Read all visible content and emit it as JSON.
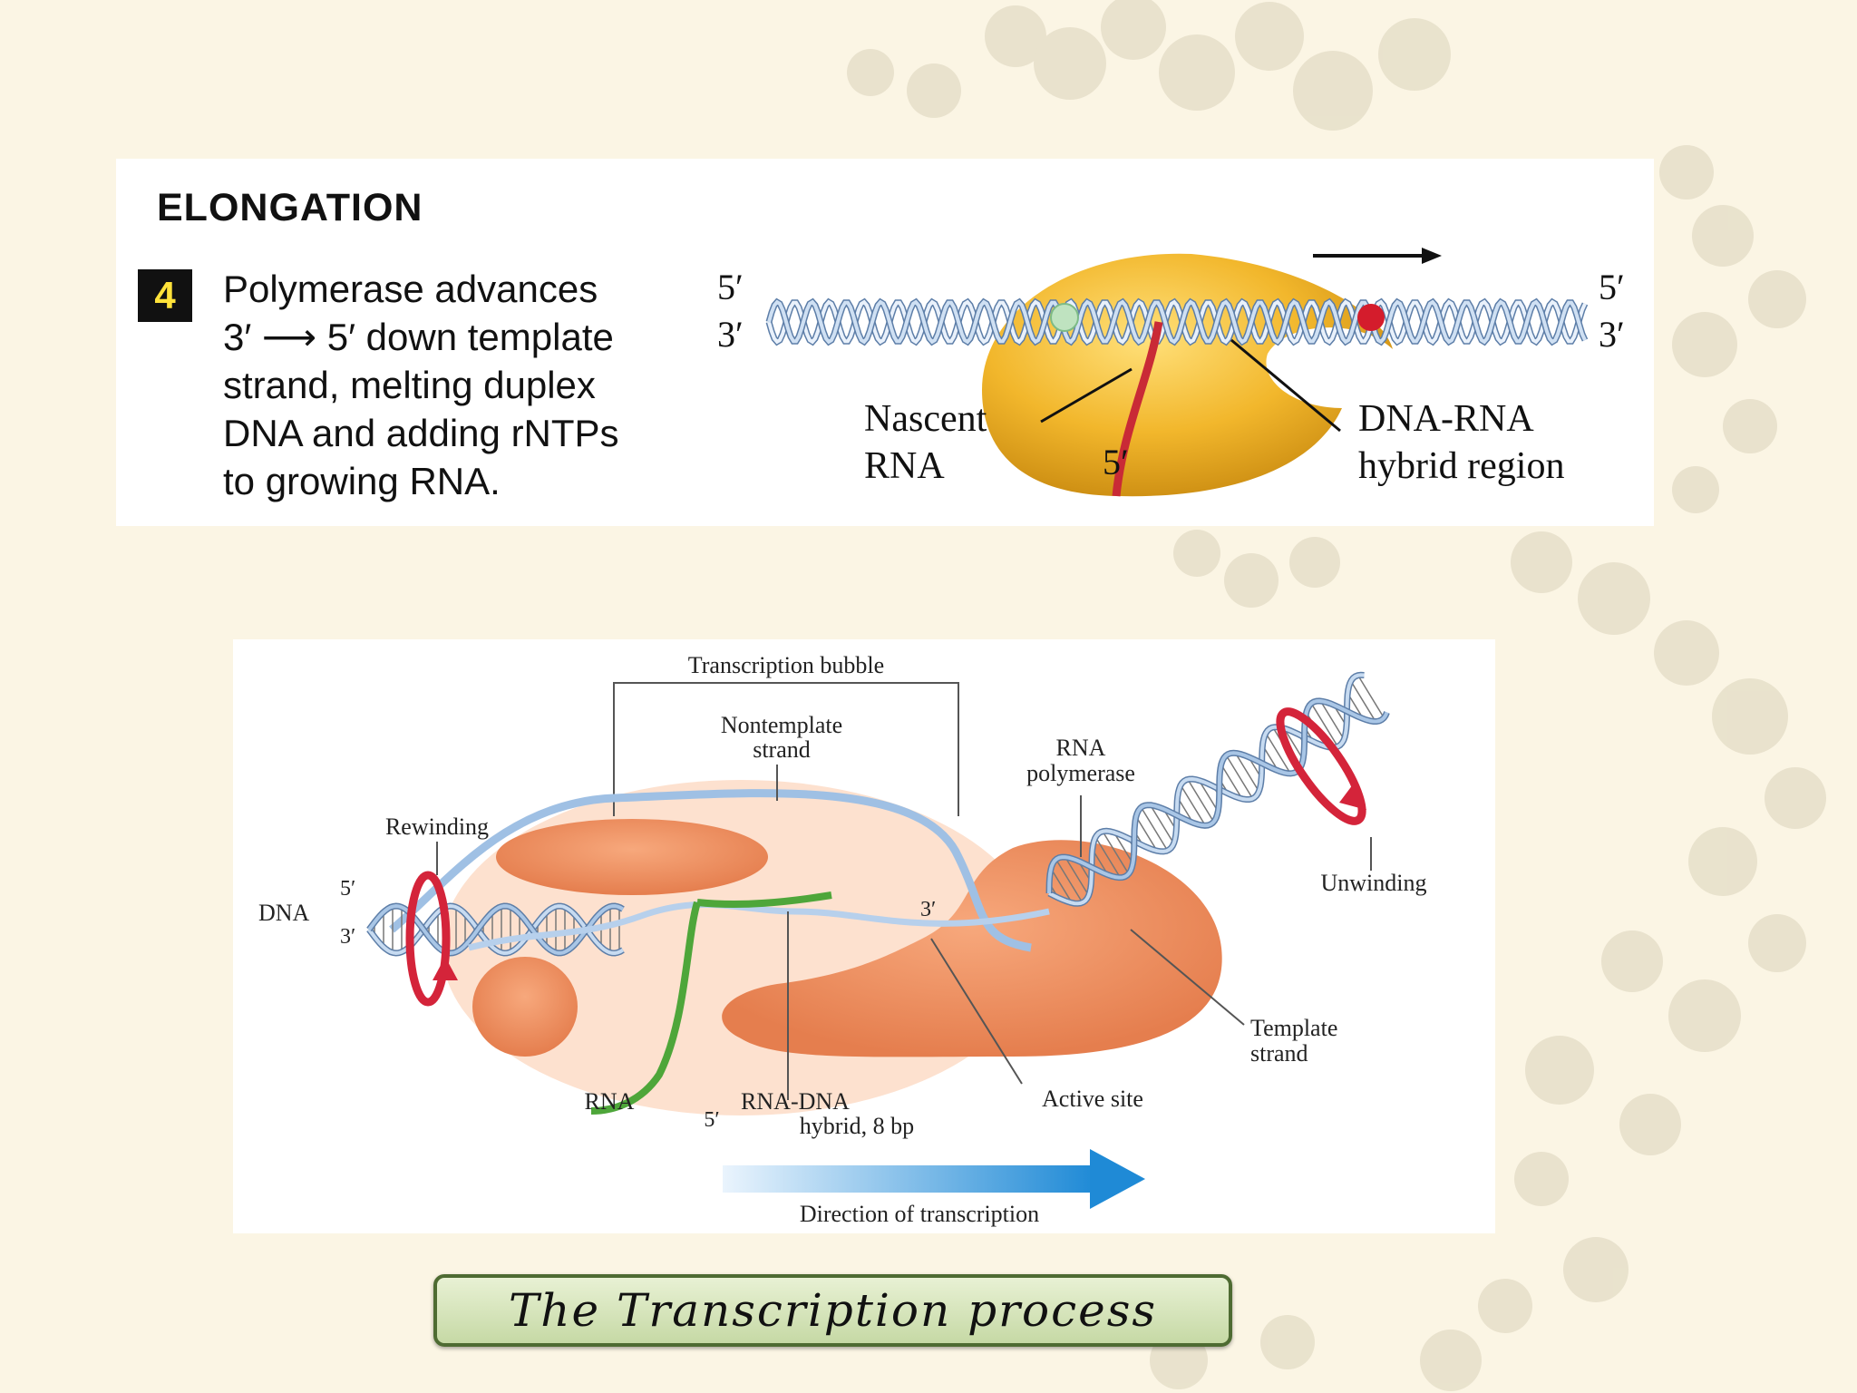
{
  "top_panel": {
    "title": "ELONGATION",
    "step_number": "4",
    "step_lines": [
      "Polymerase advances",
      "3′ ⟶ 5′ down template",
      "strand, melting duplex",
      "DNA and adding rNTPs",
      "to growing RNA."
    ],
    "labels": {
      "left_5": "5′",
      "left_3": "3′",
      "right_5": "5′",
      "right_3": "3′",
      "nascent_rna_1": "Nascent",
      "nascent_rna_2": "RNA",
      "rna_5": "5′",
      "hybrid_1": "DNA-RNA",
      "hybrid_2": "hybrid region"
    }
  },
  "bottom_panel": {
    "labels": {
      "transcription_bubble": "Transcription bubble",
      "nontemplate_1": "Nontemplate",
      "nontemplate_2": "strand",
      "rna_polymerase_1": "RNA",
      "rna_polymerase_2": "polymerase",
      "rewinding": "Rewinding",
      "unwinding": "Unwinding",
      "dna": "DNA",
      "dna_5": "5′",
      "dna_3": "3′",
      "rna_3": "3′",
      "template_1": "Template",
      "template_2": "strand",
      "rna": "RNA",
      "rna_5": "5′",
      "hybrid_1": "RNA-DNA",
      "hybrid_2": "hybrid, 8 bp",
      "active_site": "Active site",
      "direction": "Direction of transcription"
    }
  },
  "caption": "The Transcription process",
  "colors": {
    "background": "#fbf5e4",
    "polymerase_gold": "#f0b228",
    "polymerase_salmon": "#ee8f62",
    "rna_red": "#d0303c",
    "rna_green": "#4ea63a",
    "dna_blue": "#a9c6e6",
    "arrow_blue": "#2a8fd8",
    "caption_border": "#4e6b32"
  }
}
